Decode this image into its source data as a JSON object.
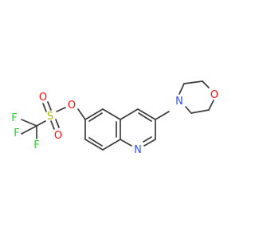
{
  "diagram": {
    "atoms": [
      {
        "id": "F1",
        "label": "F",
        "color": "#33cc33"
      },
      {
        "id": "F2",
        "label": "F",
        "color": "#33cc33"
      },
      {
        "id": "F3",
        "label": "F",
        "color": "#33cc33"
      },
      {
        "id": "S",
        "label": "S",
        "color": "#b3b300"
      },
      {
        "id": "O1",
        "label": "O",
        "color": "#ff0d0d"
      },
      {
        "id": "O2",
        "label": "O",
        "color": "#ff0d0d"
      },
      {
        "id": "O3",
        "label": "O",
        "color": "#ff0d0d"
      },
      {
        "id": "N1",
        "label": "N",
        "color": "#3050f8"
      },
      {
        "id": "N2",
        "label": "N",
        "color": "#3050f8"
      },
      {
        "id": "O4",
        "label": "O",
        "color": "#ff0d0d"
      }
    ],
    "bond_color": "#3c3c3c"
  }
}
